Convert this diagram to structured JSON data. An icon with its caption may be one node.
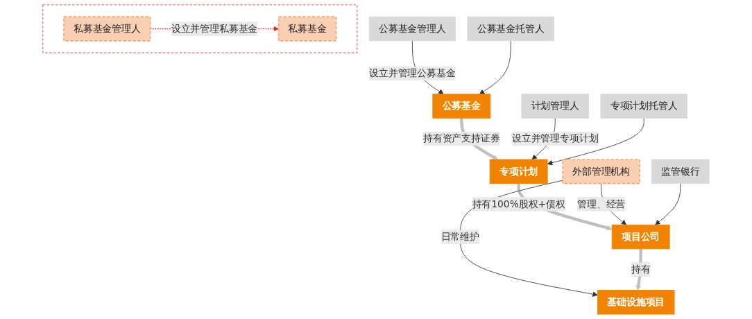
{
  "diagram": {
    "nodes": [
      {
        "text": [
          "公募基金管理人"
        ]
      },
      {
        "text": [
          "公募基金"
        ]
      },
      {
        "text": [
          "公募基金托管人"
        ]
      },
      {
        "text": [
          "计划管理人"
        ]
      },
      {
        "text": [
          "专项计划"
        ]
      },
      {
        "text": [
          "专项计划托管人"
        ]
      },
      {
        "text": [],
        "shape": "box"
      },
      {
        "text": [
          "私募基金管理人"
        ],
        "in": 6
      },
      {
        "text": [
          "私募基金"
        ],
        "in": 6
      },
      {
        "text": [
          "外部管理机构"
        ]
      },
      {
        "text": [
          "项目公司"
        ]
      },
      {
        "text": [
          "监管银行"
        ]
      },
      {
        "text": [
          "基础设施项目"
        ]
      }
    ],
    "edges": [
      {
        "from": 0,
        "to": 1,
        "arrow": "to",
        "label": "设立并管理公募基金"
      },
      {
        "from": 2,
        "to": 1,
        "arrow": "to"
      },
      {
        "from": 1,
        "to": 4,
        "arrow": "to",
        "label": "持有资产支持证券",
        "style": "thick",
        "color": "#bfbfbf"
      },
      {
        "from": 3,
        "to": 4,
        "arrow": "to",
        "label": "设立并管理专项计划"
      },
      {
        "from": 5,
        "to": 4,
        "arrow": "to"
      },
      {
        "from": 7,
        "to": 8,
        "arrow": "to",
        "label": "设立并管理私募基金",
        "style": "dashed",
        "color": "#e8262a"
      },
      {
        "from": 4,
        "to": 10,
        "arrow": "to",
        "label": "持有100%股权+债权",
        "style": "thick",
        "color": "#bfbfbf"
      },
      {
        "from": 9,
        "to": 10,
        "arrow": "to",
        "label": "管理、经营"
      },
      {
        "from": 9,
        "to": 12,
        "arrow": "to",
        "label": "日常维护"
      },
      {
        "from": 11,
        "to": 10,
        "arrow": "to"
      },
      {
        "from": 10,
        "to": 12,
        "arrow": "to",
        "label": "持有",
        "style": "thick",
        "color": "#bfbfbf"
      }
    ]
  }
}
